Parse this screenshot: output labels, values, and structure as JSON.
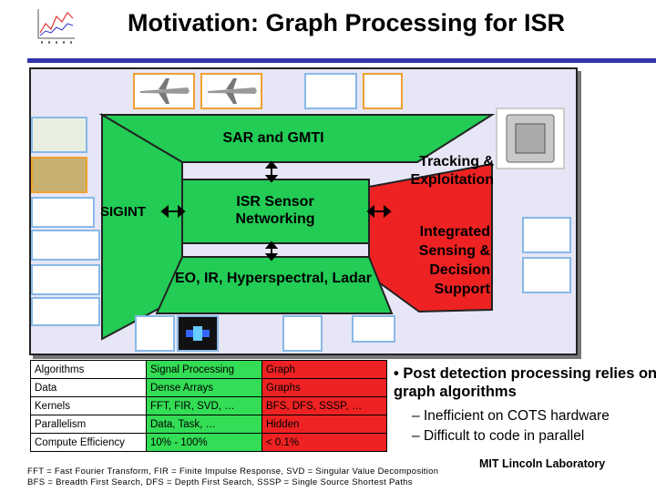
{
  "header": {
    "title": "Motivation: Graph Processing for ISR"
  },
  "diagram": {
    "sar_label": "SAR and GMTI",
    "sigint_label": "SIGINT",
    "sensor_label": "ISR Sensor Networking",
    "eo_label": "EO, IR, Hyperspectral, Ladar",
    "tracking_label": "Tracking & Exploitation",
    "integrated_label": "Integrated Sensing & Decision Support",
    "colors": {
      "band": "#22cc55",
      "panel": "#e6e6f6",
      "image_border": "#f0a030"
    }
  },
  "table": {
    "rows": [
      [
        "Algorithms",
        "Signal Processing",
        "Graph"
      ],
      [
        "Data",
        "Dense Arrays",
        "Graphs"
      ],
      [
        "Kernels",
        "FFT, FIR, SVD, …",
        "BFS, DFS, SSSP, …"
      ],
      [
        "Parallelism",
        "Data, Task, …",
        "Hidden"
      ],
      [
        "Compute Efficiency",
        "10% - 100%",
        "< 0.1%"
      ]
    ]
  },
  "bullets": {
    "main": "Post detection processing relies on graph algorithms",
    "sub1": "Inefficient on COTS hardware",
    "sub2": "Difficult to code in parallel"
  },
  "footnote": {
    "line1": "FFT = Fast Fourier Transform, FIR = Finite Impulse Response, SVD = Singular Value Decomposition",
    "line2": "BFS = Breadth First Search, DFS = Depth First Search, SSSP = Single Source Shortest Paths"
  },
  "footer": {
    "org": "MIT Lincoln Laboratory"
  }
}
